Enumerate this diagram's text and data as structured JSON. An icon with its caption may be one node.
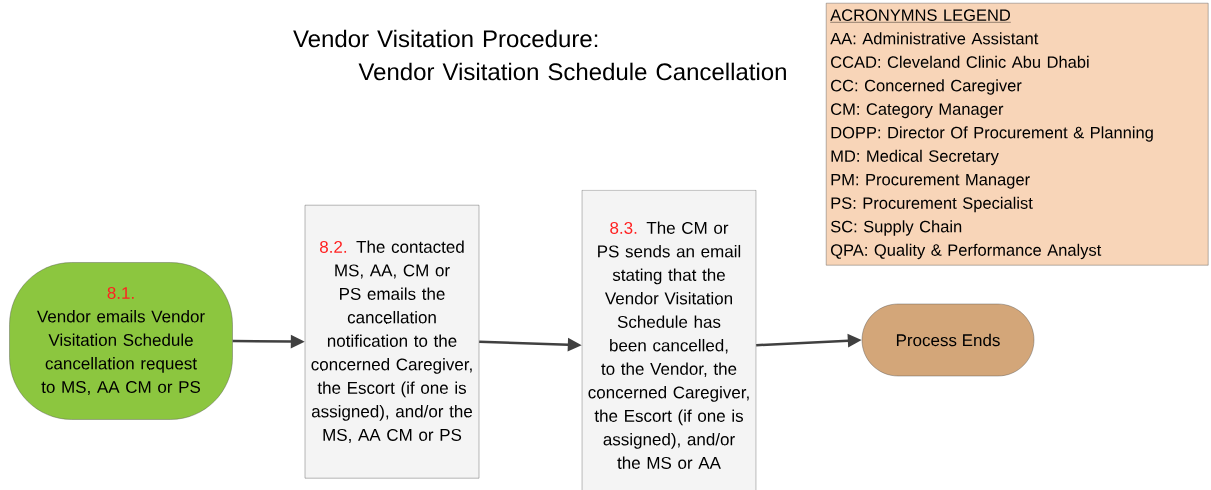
{
  "diagram": {
    "title": "Vendor Visitation Procedure: Vendor Visitation Schedule Cancellation",
    "nodes": [
      {
        "text": [
          "8.1.",
          "Vendor emails Vendor Visitation Schedule cancellation request to MS, AA CM or PS"
        ]
      },
      {
        "text": [
          "8.2.",
          "The contacted MS, AA, CM or PS emails the cancellation notification to the concerned Caregiver, the Escort (if one is assigned), and/or the MS, AA CM or PS"
        ]
      },
      {
        "text": [
          "8.3.",
          "The CM or PS sends an email stating that the Vendor Visitation Schedule has been cancelled, to the Vendor, the concerned Caregiver, the Escort (if one is assigned), and/or the MS or AA"
        ]
      },
      {
        "text": [
          "Process Ends"
        ]
      },
      {
        "text": [
          "ACRONYMNS LEGEND",
          "AA: Administrative Assistant",
          "CCAD: Cleveland Clinic Abu Dhabi",
          "CC: Concerned Caregiver",
          "CM: Category Manager",
          "DOPP: Director Of Procurement & Planning",
          "MD: Medical Secretary",
          "PM: Procurement Manager",
          "PS: Procurement Specialist",
          "SC: Supply Chain",
          "QPA: Quality & Performance Analyst"
        ]
      }
    ],
    "edges": [
      {
        "from": 0,
        "to": 1,
        "arrow": "to"
      },
      {
        "from": 1,
        "to": 2,
        "arrow": "to"
      },
      {
        "from": 2,
        "to": 3,
        "arrow": "to"
      }
    ]
  }
}
